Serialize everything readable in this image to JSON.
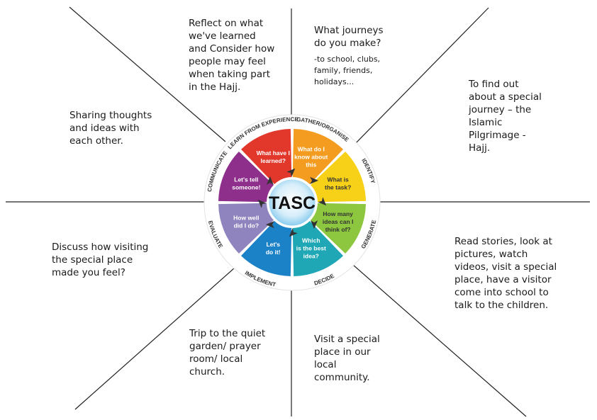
{
  "center_label": "TASC",
  "notes": {
    "reflect": "Reflect on what\nwe've learned\nand Consider how\npeople may feel\nwhen taking part\nin the Hajj.",
    "journeys_q": "What journeys\ndo you make?",
    "journeys_list": "-to school, clubs,\nfamily, friends,\nholidays...",
    "find_out": "To find out\nabout a special\njourney – the\nIslamic\nPilgrimage -\nHajj.",
    "sharing": "Sharing thoughts\nand ideas with\neach other.",
    "discuss": "Discuss how visiting\nthe special place\nmade you feel?",
    "read": "Read stories, look at\npictures, watch\nvideos, visit a special\nplace, have a visitor\ncome into school to\ntalk to the children.",
    "trip": "Trip to the quiet\ngarden/ prayer\nroom/ local\nchurch.",
    "visit": "Visit a special\nplace in our\nlocal\ncommunity."
  },
  "segments": [
    {
      "step": "GATHER/ORGANISE",
      "question": "What do I\nknow about\nthis",
      "color": "#F39C1F"
    },
    {
      "step": "IDENTIFY",
      "question": "What is\nthe task?",
      "color": "#F7D117"
    },
    {
      "step": "GENERATE",
      "question": "How many\nideas can I\nthink of?",
      "color": "#8DC63F"
    },
    {
      "step": "DECIDE",
      "question": "Which\nis the best\nidea?",
      "color": "#1FA7B5"
    },
    {
      "step": "IMPLEMENT",
      "question": "Let's\ndo it!",
      "color": "#1C82C8"
    },
    {
      "step": "EVALUATE",
      "question": "How well\ndid I do?",
      "color": "#8F84BE"
    },
    {
      "step": "COMMUNICATE",
      "question": "Let's tell\nsomeone!",
      "color": "#8E2F8C"
    },
    {
      "step": "LEARN FROM EXPERIENCE",
      "question": "What have I\nlearned?",
      "color": "#E2382C"
    }
  ]
}
